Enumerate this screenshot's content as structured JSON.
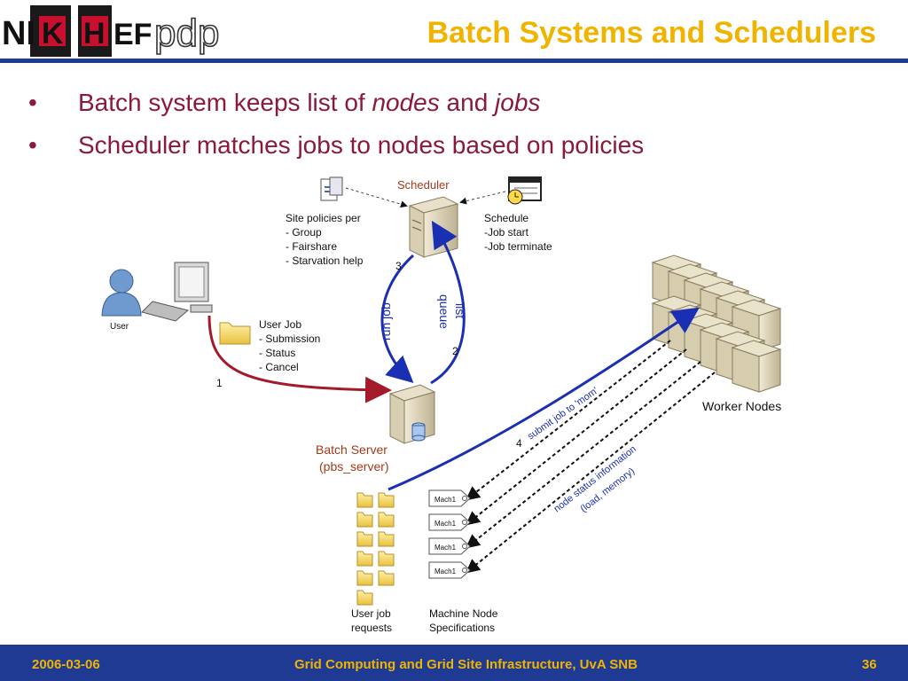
{
  "header": {
    "logo_text_left": "NIKHEF",
    "logo_text_right": "pdp",
    "title": "Batch Systems and Schedulers"
  },
  "bullets": [
    {
      "text": "Batch system keeps list of ",
      "em1": "nodes",
      "mid": " and ",
      "em2": "jobs"
    },
    {
      "text": "Scheduler matches jobs to nodes based on policies"
    }
  ],
  "diagram": {
    "scheduler_label": "Scheduler",
    "site_policies": [
      "Site policies per",
      "- Group",
      "- Fairshare",
      "- Starvation help"
    ],
    "schedule_lines": [
      "Schedule",
      "-Job start",
      "-Job terminate"
    ],
    "user_label": "User",
    "user_job_lines": [
      "User Job",
      "- Submission",
      "- Status",
      "- Cancel"
    ],
    "step1": "1",
    "step2": "2",
    "step3": "3",
    "step4": "4",
    "run_job": "run job",
    "list_queue_1": "list",
    "list_queue_2": "queue",
    "batch_server_1": "Batch Server",
    "batch_server_2": "(pbs_server)",
    "worker_nodes": "Worker Nodes",
    "submit_job": "submit job to 'mom'",
    "node_status_1": "node status information",
    "node_status_2": "(load, memory)",
    "mach_labels": [
      "Mach1",
      "Mach1",
      "Mach1",
      "Mach1"
    ],
    "user_job_requests_1": "User job",
    "user_job_requests_2": "requests",
    "machine_node_1": "Machine Node",
    "machine_node_2": "Specifications",
    "colors": {
      "red_arrow": "#a31b2a",
      "blue_arrow": "#1b2fb3",
      "scheduler_text": "#a33a1a",
      "batch_server_text": "#a33a1a"
    }
  },
  "footer": {
    "date": "2006-03-06",
    "center": "Grid Computing and Grid Site Infrastructure, UvA SNB",
    "page": "36"
  }
}
